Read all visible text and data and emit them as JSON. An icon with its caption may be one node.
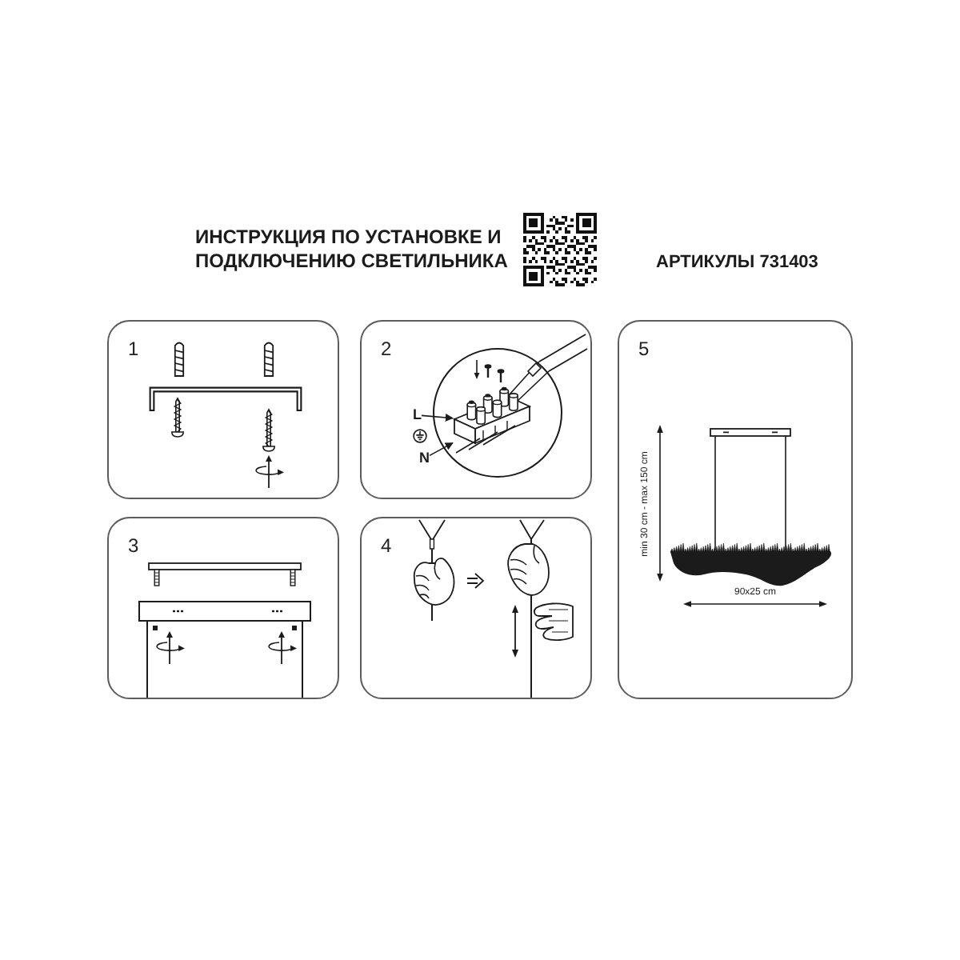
{
  "diagram": {
    "title": "ИНСТРУКЦИЯ ПО УСТАНОВКЕ И ПОДКЛЮЧЕНИЮ СВЕТИЛЬНИКА",
    "nodes": [
      {
        "text": [
          "1"
        ]
      },
      {
        "text": [
          "2"
        ]
      },
      {
        "text": [],
        "shape": "picture",
        "in": 1
      },
      {
        "text": [
          "L"
        ],
        "in": 1
      },
      {
        "text": [
          "N"
        ],
        "in": 1
      },
      {
        "text": [
          "3"
        ]
      },
      {
        "text": [
          "4"
        ]
      },
      {
        "text": [
          "5"
        ]
      }
    ],
    "edges": [
      {
        "from": 3,
        "to": 2,
        "arrow": "to"
      },
      {
        "from": 4,
        "to": 2,
        "arrow": "to"
      }
    ],
    "labels": [
      "АРТИКУЛЫ 731403",
      "min 30 cm - max 150 cm",
      "90x25 cm"
    ]
  }
}
